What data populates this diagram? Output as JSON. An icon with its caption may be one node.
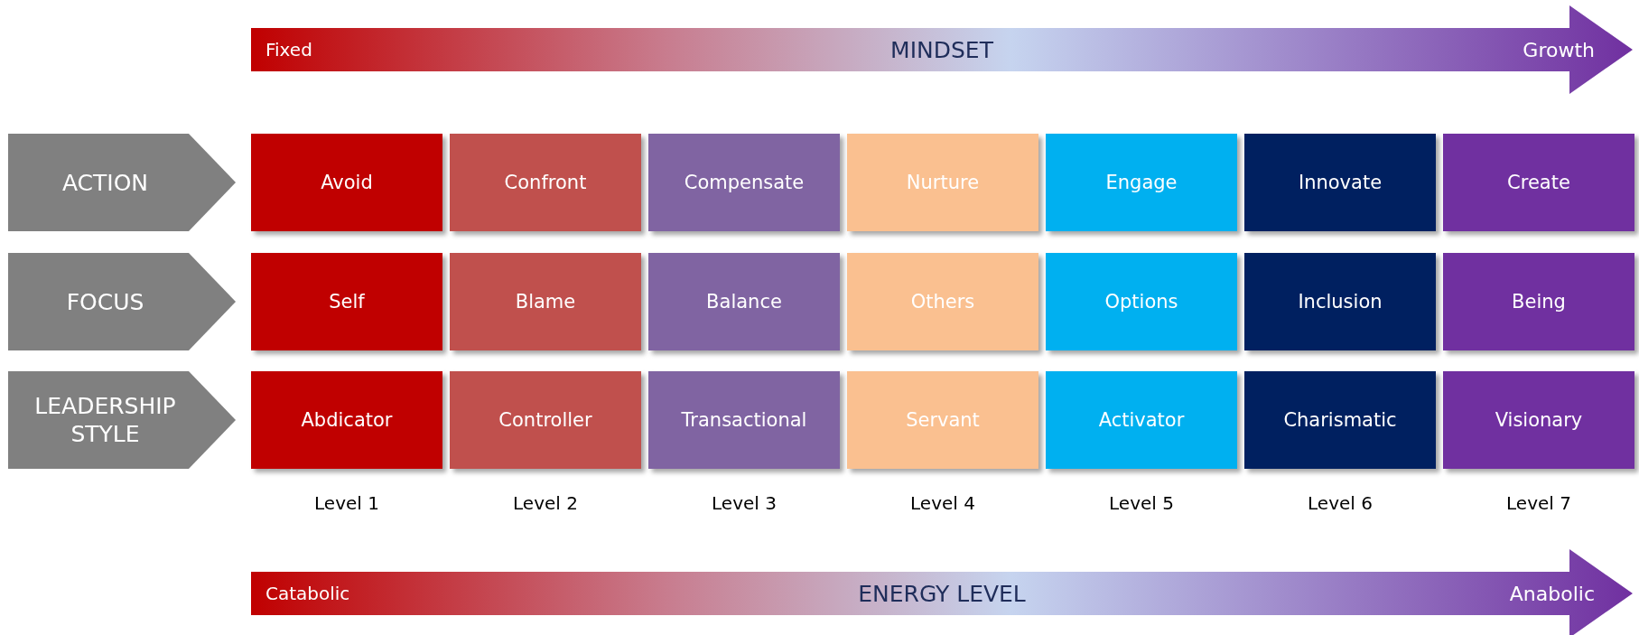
{
  "diagram": {
    "nodes": [
      {
        "text": [
          "Fixed",
          "MINDSET",
          "Growth"
        ]
      },
      {
        "text": [
          "ACTION"
        ]
      },
      {
        "text": [
          "Avoid"
        ]
      },
      {
        "text": [
          "Confront"
        ]
      },
      {
        "text": [
          "Compensate"
        ]
      },
      {
        "text": [
          "Nurture"
        ]
      },
      {
        "text": [
          "Engage"
        ]
      },
      {
        "text": [
          "Innovate"
        ]
      },
      {
        "text": [
          "Create"
        ]
      },
      {
        "text": [
          "FOCUS"
        ]
      },
      {
        "text": [
          "Self"
        ]
      },
      {
        "text": [
          "Blame"
        ]
      },
      {
        "text": [
          "Balance"
        ]
      },
      {
        "text": [
          "Others"
        ]
      },
      {
        "text": [
          "Options"
        ]
      },
      {
        "text": [
          "Inclusion"
        ]
      },
      {
        "text": [
          "Being"
        ]
      },
      {
        "text": [
          "LEADERSHIP STYLE"
        ]
      },
      {
        "text": [
          "Abdicator"
        ]
      },
      {
        "text": [
          "Controller"
        ]
      },
      {
        "text": [
          "Transactional"
        ]
      },
      {
        "text": [
          "Servant"
        ]
      },
      {
        "text": [
          "Activator"
        ]
      },
      {
        "text": [
          "Charismatic"
        ]
      },
      {
        "text": [
          "Visionary"
        ]
      },
      {
        "text": [
          "Catabolic",
          "ENERGY LEVEL",
          "Anabolic"
        ]
      }
    ],
    "edges": [],
    "labels": [
      "Level 1",
      "Level 2",
      "Level 3",
      "Level 4",
      "Level 5",
      "Level 6",
      "Level 7"
    ]
  }
}
